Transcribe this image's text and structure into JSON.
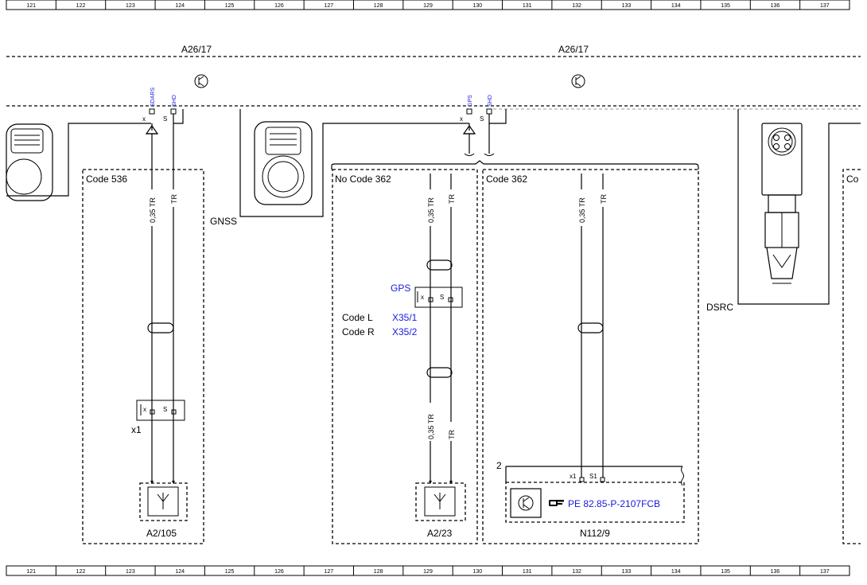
{
  "ruler": {
    "columns": [
      "121",
      "122",
      "123",
      "124",
      "125",
      "126",
      "127",
      "128",
      "129",
      "130",
      "131",
      "132",
      "133",
      "134",
      "135",
      "136",
      "137"
    ]
  },
  "modules": {
    "left": "A26/17",
    "right": "A26/17"
  },
  "pins": {
    "sdars": "SDARS",
    "shd": "SHD",
    "gps": "GPS",
    "x": "x",
    "s": "S",
    "x1": "x1",
    "s1": "S1"
  },
  "antennas": {
    "gnss": "GNSS",
    "dsrc": "DSRC"
  },
  "boxes": {
    "code536": "Code 536",
    "nocode362": "No Code 362",
    "code362": "Code 362",
    "code_partial": "Co"
  },
  "wires": {
    "gauge_tr": "0,35 TR",
    "tr": "TR"
  },
  "connectors": {
    "x1_label": "x1",
    "gps_label": "GPS",
    "code_l": "Code L",
    "code_r": "Code R",
    "x35_1": "X35/1",
    "x35_2": "X35/2",
    "n112_pin": "2"
  },
  "components": {
    "a2_105": "A2/105",
    "a2_23": "A2/23",
    "n112_9": "N112/9",
    "pe_ref": "PE 82.85-P-2107FCB"
  }
}
